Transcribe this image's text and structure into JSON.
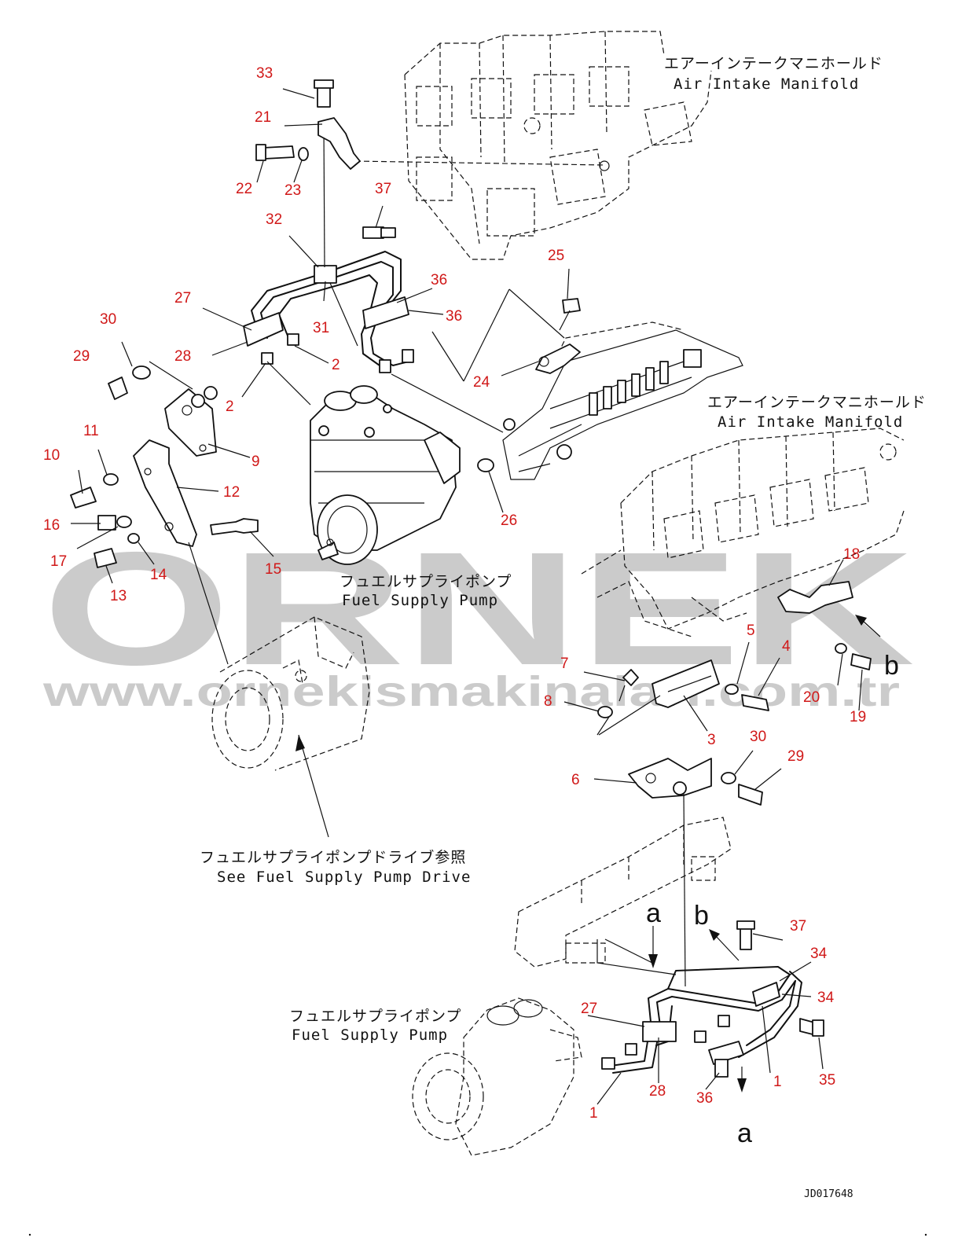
{
  "labels": {
    "manifold_top_jp": "エアーインテークマニホールド",
    "manifold_top_en": "Air Intake Manifold",
    "manifold_right_jp": "エアーインテークマニホールド",
    "manifold_right_en": "Air Intake Manifold",
    "pump_mid_jp": "フュエルサプライポンプ",
    "pump_mid_en": "Fuel Supply Pump",
    "drive_ref_jp": "フュエルサプライポンプドライブ参照",
    "drive_ref_en": "See Fuel Supply Pump Drive",
    "pump_low_jp": "フュエルサプライポンプ",
    "pump_low_en": "Fuel Supply Pump",
    "drawing_id": "JD017648"
  },
  "view_markers": {
    "a_top": "a",
    "a_bottom": "a",
    "b_top": "b",
    "b_right": "b"
  },
  "watermark": {
    "brand": "ORNEK",
    "url": "www.ornekismakinalari.com.tr"
  },
  "callouts": {
    "c33": "33",
    "c21": "21",
    "c22": "22",
    "c23": "23",
    "c37a": "37",
    "c32": "32",
    "c27a": "27",
    "c31": "31",
    "c30a": "30",
    "c28a": "28",
    "c2a": "2",
    "c2b": "2",
    "c29a": "29",
    "c9": "9",
    "c11": "11",
    "c10": "10",
    "c12": "12",
    "c16": "16",
    "c17": "17",
    "c15": "15",
    "c14": "14",
    "c13": "13",
    "c25": "25",
    "c36a": "36",
    "c36b": "36",
    "c24": "24",
    "c26": "26",
    "c18": "18",
    "c5": "5",
    "c4": "4",
    "c7": "7",
    "c8": "8",
    "c3": "3",
    "c20": "20",
    "c19": "19",
    "c30b": "30",
    "c29b": "29",
    "c6": "6",
    "c37b": "37",
    "c34a": "34",
    "c34b": "34",
    "c27b": "27",
    "c28b": "28",
    "c1a": "1",
    "c1b": "1",
    "c36c": "36",
    "c35": "35"
  },
  "colors": {
    "callout": "#d01818",
    "line": "#111111",
    "watermark": "#c9c9c9"
  }
}
